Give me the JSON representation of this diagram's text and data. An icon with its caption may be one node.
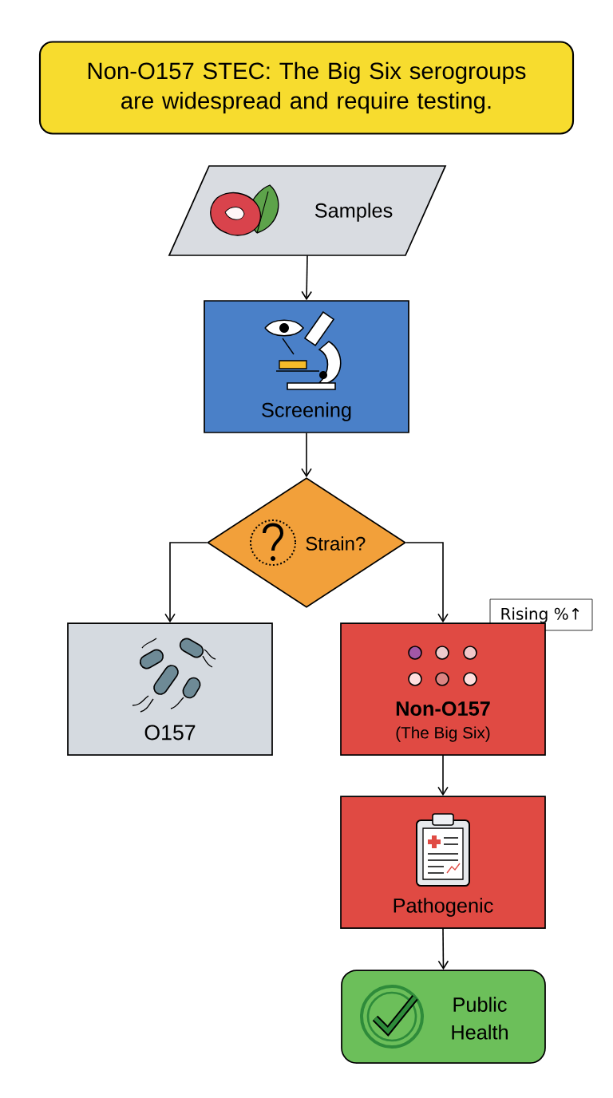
{
  "diagram": {
    "title": "Non-O157 STEC: The Big Six serogroups are widespread and require testing.",
    "nodes": [
      {
        "text": [
          "Samples"
        ]
      },
      {
        "text": [
          "Screening"
        ]
      },
      {
        "text": [
          "Strain?"
        ]
      },
      {
        "text": [
          "O157"
        ]
      },
      {
        "text": [
          "Rising %↑"
        ]
      },
      {
        "text": [
          "Non-O157",
          "(The Big Six)"
        ]
      },
      {
        "text": [
          "Pathogenic"
        ]
      },
      {
        "text": [
          "Public Health"
        ]
      }
    ],
    "edges": [
      {
        "from": 0,
        "to": 1,
        "arrow": "to"
      },
      {
        "from": 1,
        "to": 2,
        "arrow": "to"
      },
      {
        "from": 2,
        "to": 3,
        "arrow": "to"
      },
      {
        "from": 2,
        "to": 5,
        "arrow": "to"
      },
      {
        "from": 5,
        "to": 6,
        "arrow": "to"
      },
      {
        "from": 6,
        "to": 7,
        "arrow": "to"
      }
    ]
  }
}
